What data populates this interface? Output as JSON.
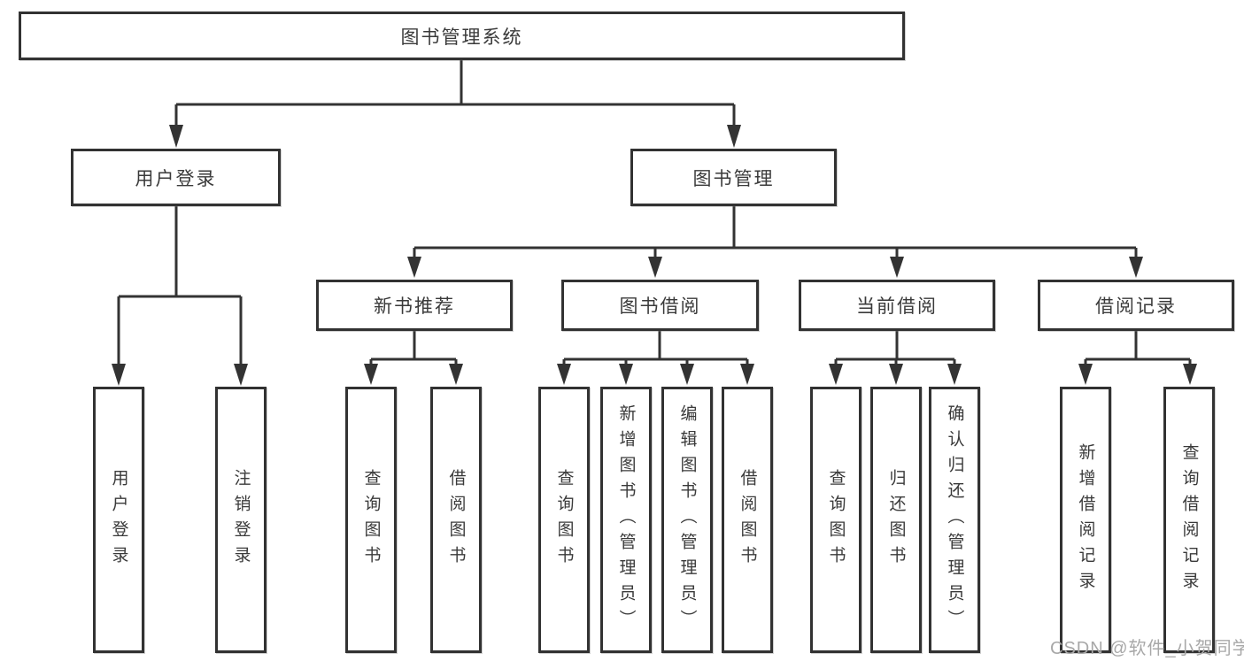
{
  "title": "图书管理系统",
  "branches": {
    "user": {
      "label": "用户登录",
      "children": [
        {
          "label": "用户登录"
        },
        {
          "label": "注销登录"
        }
      ]
    },
    "books": {
      "label": "图书管理",
      "sections": [
        {
          "label": "新书推荐",
          "children": [
            {
              "label": "查询图书"
            },
            {
              "label": "借阅图书"
            }
          ]
        },
        {
          "label": "图书借阅",
          "children": [
            {
              "label": "查询图书"
            },
            {
              "label": "新增图书（管理员）"
            },
            {
              "label": "编辑图书（管理员）"
            },
            {
              "label": "借阅图书"
            }
          ]
        },
        {
          "label": "当前借阅",
          "children": [
            {
              "label": "查询图书"
            },
            {
              "label": "归还图书"
            },
            {
              "label": "确认归还（管理员）"
            }
          ]
        },
        {
          "label": "借阅记录",
          "children": [
            {
              "label": "新增借阅记录"
            },
            {
              "label": "查询借阅记录"
            }
          ]
        }
      ]
    }
  },
  "watermark": "CSDN @软件_小贺同学",
  "colors": {
    "line": "#333333",
    "border": "#323232",
    "text": "#3a3a3a",
    "watermark": "#a8a8a8"
  }
}
